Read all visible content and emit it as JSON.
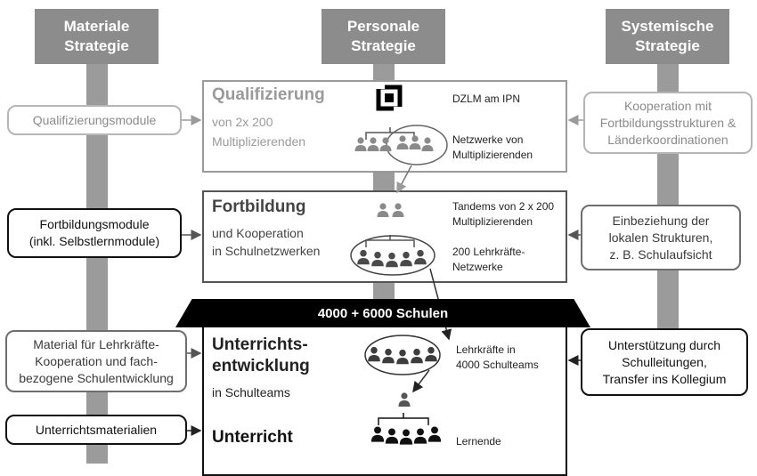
{
  "columns": {
    "material": {
      "line1": "Materiale",
      "line2": "Strategie"
    },
    "personal": {
      "line1": "Personale",
      "line2": "Strategie"
    },
    "systemic": {
      "line1": "Systemische",
      "line2": "Strategie"
    }
  },
  "left_boxes": {
    "qual_modules": "Qualifizierungsmodule",
    "fb_modules_1": "Fortbildungsmodule",
    "fb_modules_2": "(inkl. Selbstlernmodule)",
    "material_1": "Material für Lehrkräfte-",
    "material_2": "Kooperation und fach-",
    "material_3": "bezogene Schulentwicklung",
    "unterrichtsmaterialien": "Unterrichtsmaterialien"
  },
  "right_boxes": {
    "kooperation_1": "Kooperation mit",
    "kooperation_2": "Fortbildungsstrukturen &",
    "kooperation_3": "Länderkoordinationen",
    "einbeziehung_1": "Einbeziehung der",
    "einbeziehung_2": "lokalen Strukturen,",
    "einbeziehung_3": "z. B. Schulaufsicht",
    "unterstuetzung_1": "Unterstützung durch",
    "unterstuetzung_2": "Schulleitungen,",
    "unterstuetzung_3": "Transfer ins Kollegium"
  },
  "center": {
    "qualifizierung": {
      "title": "Qualifizierung",
      "sub1": "von 2x 200",
      "sub2": "Multiplizierenden",
      "dzlm": "DZLM am IPN",
      "netz1": "Netzwerke von",
      "netz2": "Multiplizierenden"
    },
    "fortbildung": {
      "title": "Fortbildung",
      "sub1": "und Kooperation",
      "sub2": "in Schulnetzwerken",
      "tandems1": "Tandems von 2 x 200",
      "tandems2": "Multiplizierenden",
      "lk1": "200 Lehrkräfte-",
      "lk2": "Netzwerke"
    },
    "banner": "4000 + 6000 Schulen",
    "unterricht": {
      "title1": "Unterrichts-",
      "title2": "entwicklung",
      "sub": "in Schulteams",
      "teams1": "Lehrkräfte in",
      "teams2": "4000 Schulteams",
      "title3": "Unterricht",
      "lernende": "Lernende"
    }
  },
  "icons": {
    "logo": "dzlm-logo-icon",
    "people": "people-group-icon"
  }
}
